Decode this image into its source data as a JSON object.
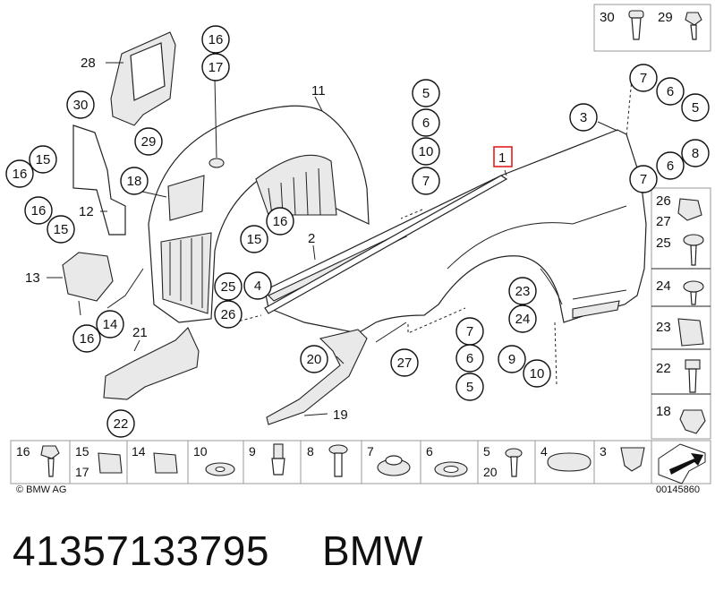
{
  "diagram": {
    "highlighted_label": "1",
    "main_labels": {
      "fender": "1",
      "seal_strip": "2",
      "bracket_top": "3",
      "sheet_12": "12",
      "part_13": "13",
      "part_11": "11",
      "part_28": "28",
      "part_21": "21",
      "part_19": "19"
    },
    "circle_labels": {
      "c16a": "16",
      "c17a": "17",
      "c30a": "30",
      "c29a": "29",
      "c15a": "15",
      "c16b": "16",
      "c18": "18",
      "c16c": "16",
      "c15b": "15",
      "c16d": "16",
      "c15c": "15",
      "c25a": "25",
      "c4a": "4",
      "c26a": "26",
      "c14a": "14",
      "c16e": "16",
      "c22a": "22",
      "c20a": "20",
      "c27a": "27",
      "c5a": "5",
      "c6a": "6",
      "c10a": "10",
      "c7a": "7",
      "c7b": "7",
      "c6b": "6",
      "c5b": "5",
      "c23a": "23",
      "c24a": "24",
      "c9a": "9",
      "c10b": "10",
      "c3a": "3",
      "c7c": "7",
      "c6c": "6",
      "c5c": "5",
      "c7d": "7",
      "c6d": "6",
      "c8a": "8"
    },
    "side_panel": [
      "30",
      "29",
      "26",
      "27",
      "25",
      "24",
      "23",
      "22",
      "18"
    ],
    "bottom_strip": [
      "16",
      "15",
      "17",
      "14",
      "10",
      "9",
      "8",
      "7",
      "6",
      "5",
      "20",
      "4",
      "3"
    ]
  },
  "footer": {
    "copyright": "© BMW AG",
    "image_code": "00145860"
  },
  "caption": {
    "part_number": "41357133795",
    "brand": "BMW"
  }
}
